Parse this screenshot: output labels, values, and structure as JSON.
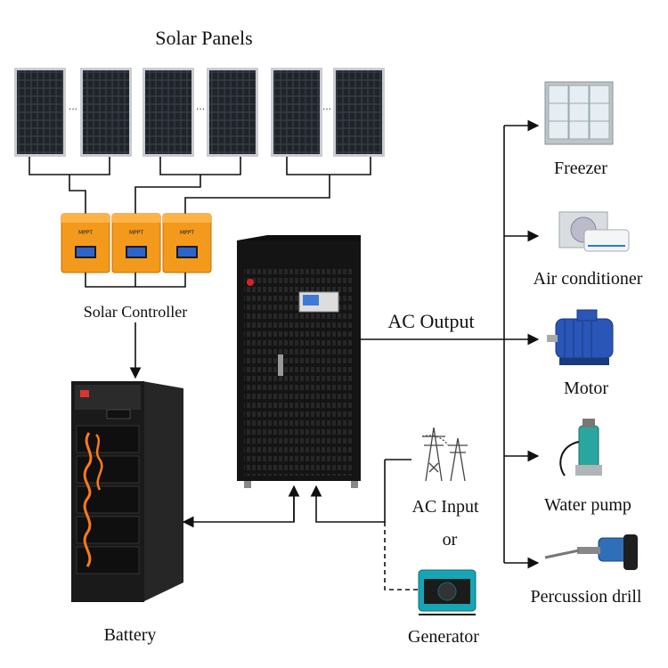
{
  "labels": {
    "solar_panels": "Solar Panels",
    "solar_controller": "Solar Controller",
    "battery": "Battery",
    "ac_output": "AC Output",
    "ac_input": "AC Input",
    "or": "or",
    "generator": "Generator",
    "freezer": "Freezer",
    "air_conditioner": "Air conditioner",
    "motor": "Motor",
    "water_pump": "Water pump",
    "percussion_drill": "Percussion drill"
  },
  "controller": {
    "badge": "MPPT"
  },
  "colors": {
    "controller_orange": "#f39a1c",
    "inverter_black": "#141414",
    "motor_blue": "#2a56b8",
    "generator_teal": "#16a5b4",
    "pump_teal": "#2aa6a0",
    "drill_blue": "#2f6fb8",
    "battery_cable_orange": "#ff7a1a"
  }
}
